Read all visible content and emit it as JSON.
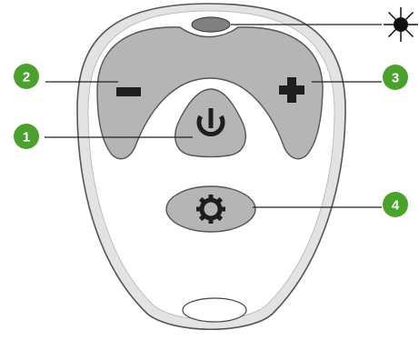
{
  "diagram": {
    "colors": {
      "outline": "#555555",
      "body_fill": "#ffffff",
      "body_shadow": "#e3e3e3",
      "button_fill": "#b5b5b5",
      "led_fill": "#808080",
      "icon_fill": "#1e1e1e",
      "callout_fill": "#4aa12b",
      "leader_line": "#222222"
    },
    "callouts": [
      {
        "number": "1",
        "target": "power-button"
      },
      {
        "number": "2",
        "target": "minus-button"
      },
      {
        "number": "3",
        "target": "plus-button"
      },
      {
        "number": "4",
        "target": "settings-button"
      }
    ],
    "indicator": {
      "icon": "sun-icon",
      "target": "status-led"
    },
    "buttons": {
      "minus": {
        "icon": "minus-icon"
      },
      "plus": {
        "icon": "plus-icon"
      },
      "power": {
        "icon": "power-icon"
      },
      "settings": {
        "icon": "gear-icon"
      }
    }
  }
}
